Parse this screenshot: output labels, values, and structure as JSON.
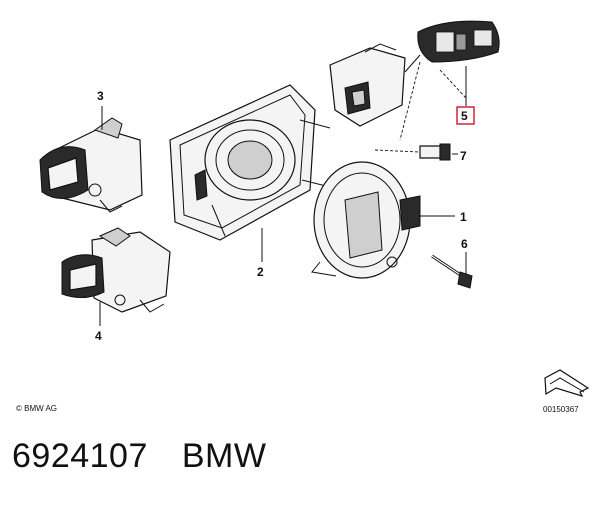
{
  "callouts": {
    "c1": "1",
    "c2": "2",
    "c3": "3",
    "c4": "4",
    "c5": "5",
    "c6": "6",
    "c7": "7"
  },
  "footer": {
    "copyright": "© BMW AG",
    "image_number": "00150367"
  },
  "caption": {
    "part_number": "6924107",
    "brand": "BMW"
  },
  "colors": {
    "highlight": "#d0021b",
    "ink": "#111111"
  }
}
